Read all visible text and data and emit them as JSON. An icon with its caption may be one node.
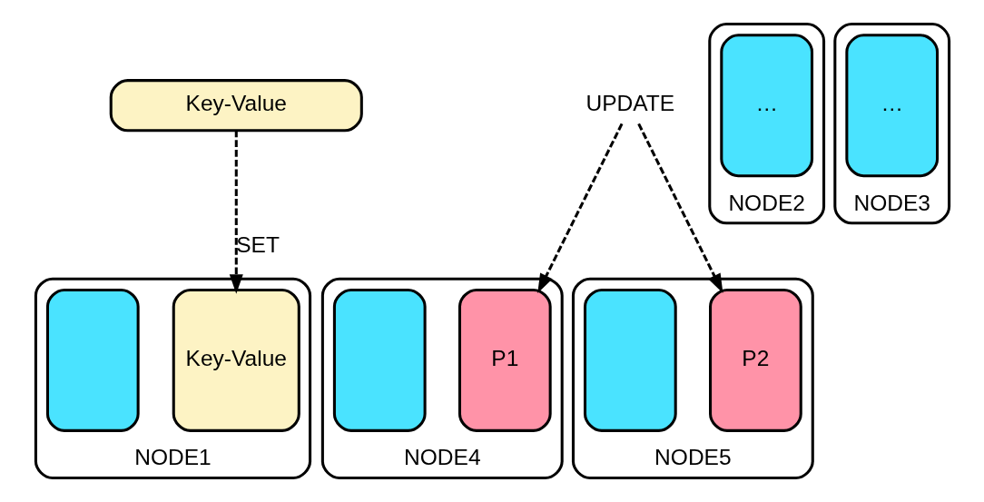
{
  "diagram": {
    "nodes": [
      {
        "text": [
          "Key-Value"
        ]
      },
      {
        "text": [
          "UPDATE"
        ]
      },
      {
        "text": [
          "NODE1"
        ]
      },
      {
        "text": [
          "Key-Value"
        ],
        "in": 2
      },
      {
        "text": [],
        "shape": "box",
        "in": 2
      },
      {
        "text": [
          "NODE2"
        ]
      },
      {
        "text": [
          "…"
        ],
        "in": 5
      },
      {
        "text": [
          "NODE3"
        ]
      },
      {
        "text": [
          "…"
        ],
        "in": 7
      },
      {
        "text": [
          "NODE4"
        ]
      },
      {
        "text": [
          "P1"
        ],
        "in": 9
      },
      {
        "text": [],
        "shape": "box",
        "in": 9
      },
      {
        "text": [
          "NODE5"
        ]
      },
      {
        "text": [
          "P2"
        ],
        "in": 12
      },
      {
        "text": [],
        "shape": "box",
        "in": 12
      }
    ],
    "edges": [
      {
        "from": 0,
        "to": 3,
        "arrow": "to",
        "style": "dashed",
        "label": "SET"
      },
      {
        "from": 1,
        "to": 10,
        "arrow": "to",
        "style": "dashed"
      },
      {
        "from": 1,
        "to": 13,
        "arrow": "to",
        "style": "dashed"
      }
    ]
  }
}
